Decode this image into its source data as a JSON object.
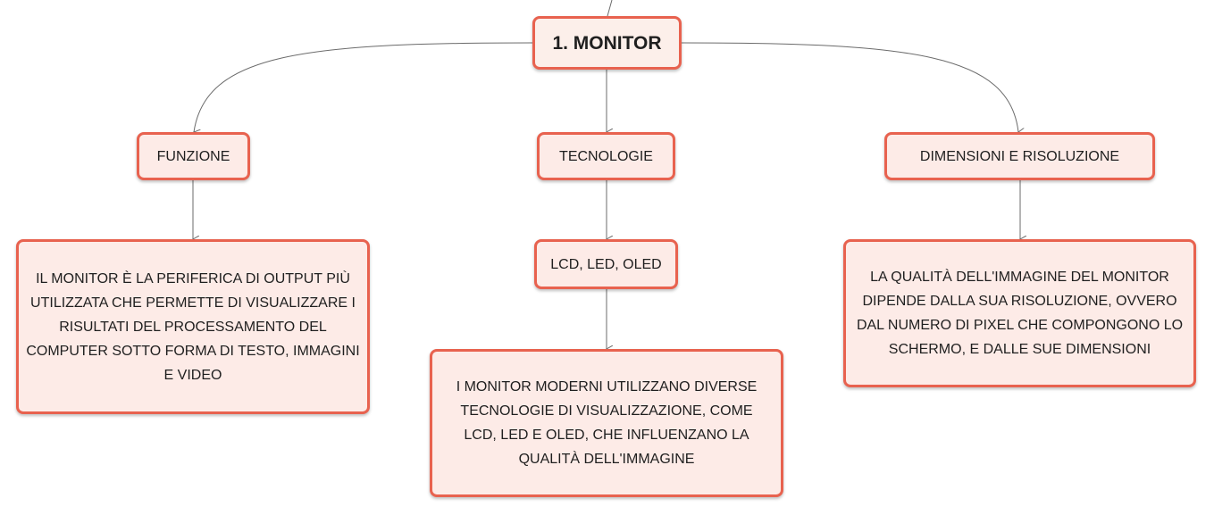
{
  "colors": {
    "border": "#e8624f",
    "fill": "#fdebe7",
    "connector": "#6b6b6b"
  },
  "nodes": {
    "root": "1. MONITOR",
    "funzione": "FUNZIONE",
    "tecnologie": "TECNOLOGIE",
    "dimensioni": "DIMENSIONI E RISOLUZIONE",
    "funzione_desc": "IL MONITOR È LA PERIFERICA DI OUTPUT PIÙ UTILIZZATA CHE PERMETTE DI VISUALIZZARE I RISULTATI DEL PROCESSAMENTO DEL COMPUTER SOTTO FORMA DI TESTO, IMMAGINI E VIDEO",
    "tipi": "LCD, LED, OLED",
    "tecnologie_desc": "I MONITOR MODERNI UTILIZZANO DIVERSE TECNOLOGIE DI VISUALIZZAZIONE, COME LCD, LED E OLED, CHE INFLUENZANO LA QUALITÀ DELL'IMMAGINE",
    "dimensioni_desc": "LA QUALITÀ DELL'IMMAGINE DEL MONITOR DIPENDE DALLA SUA RISOLUZIONE, OVVERO DAL NUMERO DI PIXEL CHE COMPONGONO LO SCHERMO, E DALLE SUE DIMENSIONI"
  }
}
